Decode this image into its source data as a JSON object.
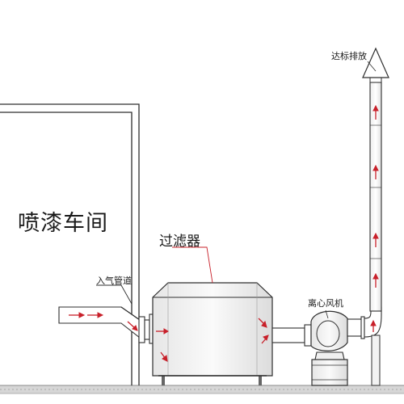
{
  "labels": {
    "spray_booth": "喷漆车间",
    "filter": "过滤器",
    "inlet_duct": "入气管道",
    "centrifugal_fan": "离心风机",
    "exhaust": "达标排放"
  },
  "colors": {
    "line": "#2f2f2f",
    "arrow": "#c8202a",
    "ground": "#bdbdbd",
    "fill": "#f4f4f4"
  },
  "icons": {
    "flow_arrow": "red-arrow-icon"
  }
}
